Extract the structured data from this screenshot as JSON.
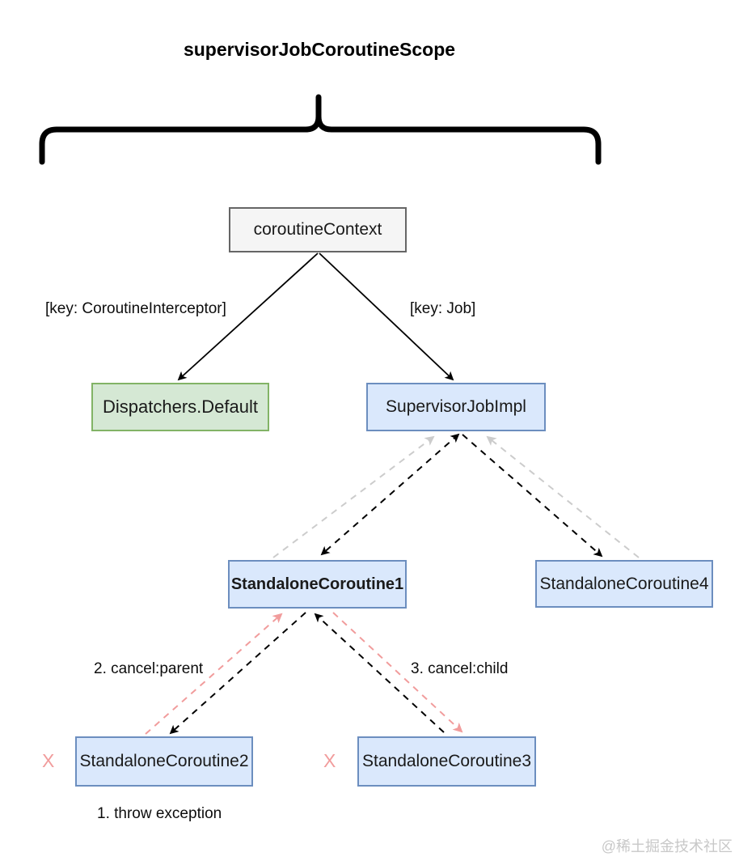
{
  "title": "supervisorJobCoroutineScope",
  "nodes": {
    "coroutine_context": {
      "label": "coroutineContext"
    },
    "dispatchers_default": {
      "label": "Dispatchers.Default"
    },
    "supervisor_job_impl": {
      "label": "SupervisorJobImpl"
    },
    "standalone_coroutine_1": {
      "label": "StandaloneCoroutine1"
    },
    "standalone_coroutine_4": {
      "label": "StandaloneCoroutine4"
    },
    "standalone_coroutine_2": {
      "label": "StandaloneCoroutine2",
      "cancelled_marker": "X"
    },
    "standalone_coroutine_3": {
      "label": "StandaloneCoroutine3",
      "cancelled_marker": "X"
    }
  },
  "edge_labels": {
    "interceptor_key": "[key: CoroutineInterceptor]",
    "job_key": "[key: Job]",
    "cancel_parent": "2. cancel:parent",
    "cancel_child": "3. cancel:child",
    "throw_exception": "1. throw exception"
  },
  "watermark": "@稀土掘金技术社区",
  "colors": {
    "context_fill": "#f5f5f5",
    "context_border": "#666666",
    "dispatcher_fill": "#d5e8d4",
    "dispatcher_border": "#82b366",
    "job_fill": "#dae8fc",
    "job_border": "#6c8ebf",
    "cancel_accent": "#f19c9c",
    "parent_ref_gray": "#cccccc",
    "arrow_black": "#000000",
    "watermark_color": "#c8c8c8"
  }
}
